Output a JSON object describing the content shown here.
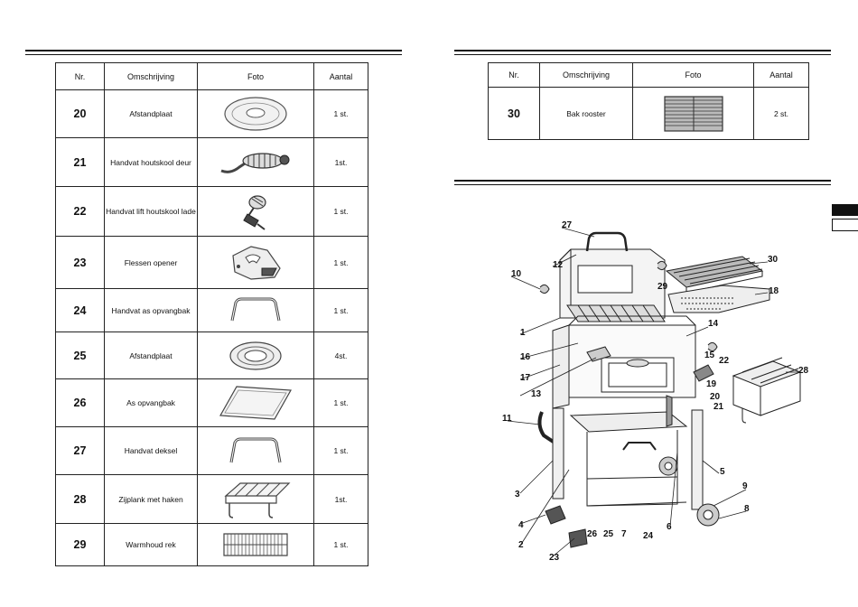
{
  "table_left": {
    "headers": {
      "nr": "Nr.",
      "desc": "Omschrijving",
      "photo": "Foto",
      "qty": "Aantal"
    },
    "rows": [
      {
        "nr": "20",
        "desc": "Afstandplaat",
        "qty": "1 st.",
        "icon": "spacer-plate-icon"
      },
      {
        "nr": "21",
        "desc": "Handvat houtskool deur",
        "qty": "1st.",
        "icon": "charcoal-door-handle-icon"
      },
      {
        "nr": "22",
        "desc": "Handvat lift houtskool lade",
        "qty": "1 st.",
        "icon": "lift-handle-icon"
      },
      {
        "nr": "23",
        "desc": "Flessen opener",
        "qty": "1 st.",
        "icon": "bottle-opener-icon"
      },
      {
        "nr": "24",
        "desc": "Handvat as opvangbak",
        "qty": "1 st.",
        "icon": "ash-pan-handle-icon"
      },
      {
        "nr": "25",
        "desc": "Afstandplaat",
        "qty": "4st.",
        "icon": "spacer-plate-icon"
      },
      {
        "nr": "26",
        "desc": "As opvangbak",
        "qty": "1 st.",
        "icon": "ash-pan-icon"
      },
      {
        "nr": "27",
        "desc": "Handvat deksel",
        "qty": "1 st.",
        "icon": "lid-handle-icon"
      },
      {
        "nr": "28",
        "desc": "Zijplank met haken",
        "qty": "1st.",
        "icon": "side-shelf-icon"
      },
      {
        "nr": "29",
        "desc": "Warmhoud rek",
        "qty": "1 st.",
        "icon": "warming-rack-icon"
      }
    ]
  },
  "table_right": {
    "headers": {
      "nr": "Nr.",
      "desc": "Omschrijving",
      "photo": "Foto",
      "qty": "Aantal"
    },
    "rows": [
      {
        "nr": "30",
        "desc": "Bak rooster",
        "qty": "2 st.",
        "icon": "cooking-grate-icon"
      }
    ]
  },
  "diagram": {
    "callouts": [
      "27",
      "12",
      "10",
      "30",
      "29",
      "18",
      "1",
      "14",
      "16",
      "15",
      "22",
      "17",
      "28",
      "13",
      "19",
      "20",
      "21",
      "11",
      "3",
      "5",
      "9",
      "4",
      "8",
      "2",
      "26",
      "25",
      "7",
      "24",
      "6",
      "23"
    ]
  }
}
